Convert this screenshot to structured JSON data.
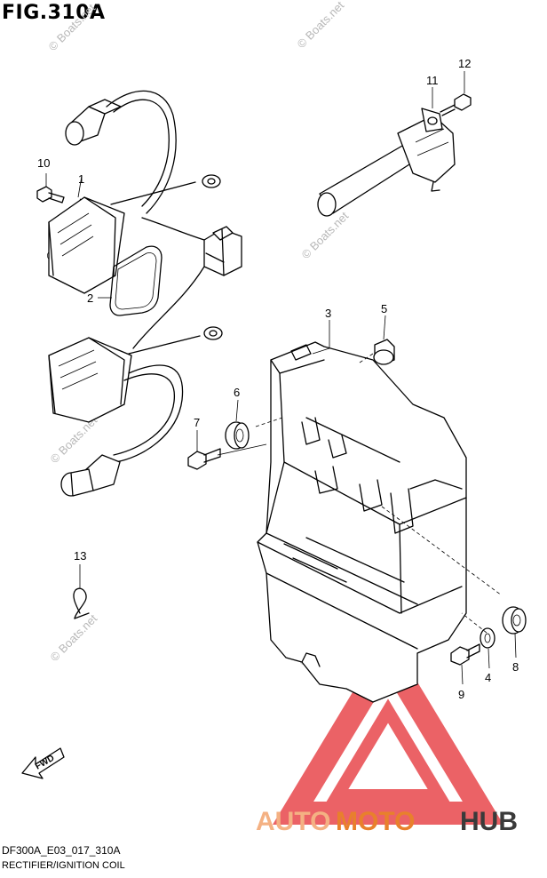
{
  "figure": {
    "title": "FIG.310A",
    "code": "DF300A_E03_017_310A",
    "caption": "RECTIFIER/IGNITION COIL"
  },
  "watermark": {
    "text": "© Boats.net",
    "color": "#b8b8b8"
  },
  "brand": {
    "part1": "AUTO",
    "part2": "MOTO",
    "part3": "HUB",
    "color_light": "#f4b183",
    "color_mid": "#e8802c",
    "color_dark": "#3a3a3a",
    "triangle_color": "#e8474c"
  },
  "direction_badge": "FWD",
  "callouts": [
    {
      "id": "1",
      "label": "1"
    },
    {
      "id": "2",
      "label": "2"
    },
    {
      "id": "3",
      "label": "3"
    },
    {
      "id": "4",
      "label": "4"
    },
    {
      "id": "5",
      "label": "5"
    },
    {
      "id": "6",
      "label": "6"
    },
    {
      "id": "7",
      "label": "7"
    },
    {
      "id": "8",
      "label": "8"
    },
    {
      "id": "9",
      "label": "9"
    },
    {
      "id": "10",
      "label": "10"
    },
    {
      "id": "11",
      "label": "11"
    },
    {
      "id": "12",
      "label": "12"
    },
    {
      "id": "13",
      "label": "13"
    }
  ]
}
